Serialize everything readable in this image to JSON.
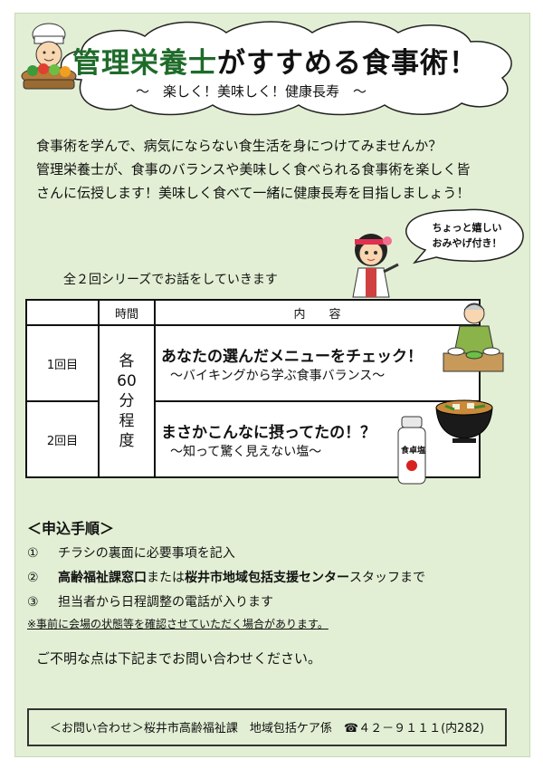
{
  "header": {
    "title_highlight": "管理栄養士",
    "title_rest": "がすすめる食事術！",
    "subtitle": "～　楽しく！美味しく！健康長寿　～"
  },
  "intro": {
    "line1": "食事術を学んで、病気にならない食生活を身につけてみませんか？",
    "line2": "管理栄養士が、食事のバランスや美味しく食べられる食事術を楽しく皆",
    "line3": "さんに伝授します！美味しく食べて一緒に健康長寿を目指しましょう！"
  },
  "bubble": {
    "line1": "ちょっと嬉しい",
    "line2": "おみやげ付き！"
  },
  "series_text": "全２回シリーズでお話をしていきます",
  "schedule": {
    "header_time": "時間",
    "header_content": "内　　容",
    "time_value": [
      "各",
      "60",
      "分",
      "程",
      "度"
    ],
    "sessions": [
      {
        "label": "1回目",
        "title": "あなたの選んだメニューをチェック！",
        "sub": "～バイキングから学ぶ食事バランス～"
      },
      {
        "label": "2回目",
        "title": "まさかこんなに摂ってたの！？",
        "sub": "～知って驚く見えない塩～"
      }
    ]
  },
  "salt_label": "食卓塩",
  "apply": {
    "heading": "＜申込手順＞",
    "step1_num": "①",
    "step1": "チラシの裏面に必要事項を記入",
    "step2_num": "②",
    "step2_b1": "高齢福祉課窓口",
    "step2_t1": "または",
    "step2_b2": "桜井市地域包括支援センター",
    "step2_t2": "スタッフまで",
    "step3_num": "③",
    "step3": "担当者から日程調整の電話が入ります",
    "note": "※事前に会場の状態等を確認させていただく場合があります。"
  },
  "inquiry": "ご不明な点は下記までお問い合わせください。",
  "contact": "＜お問い合わせ＞桜井市高齢福祉課　地域包括ケア係　☎４２－９１１１(内282)"
}
